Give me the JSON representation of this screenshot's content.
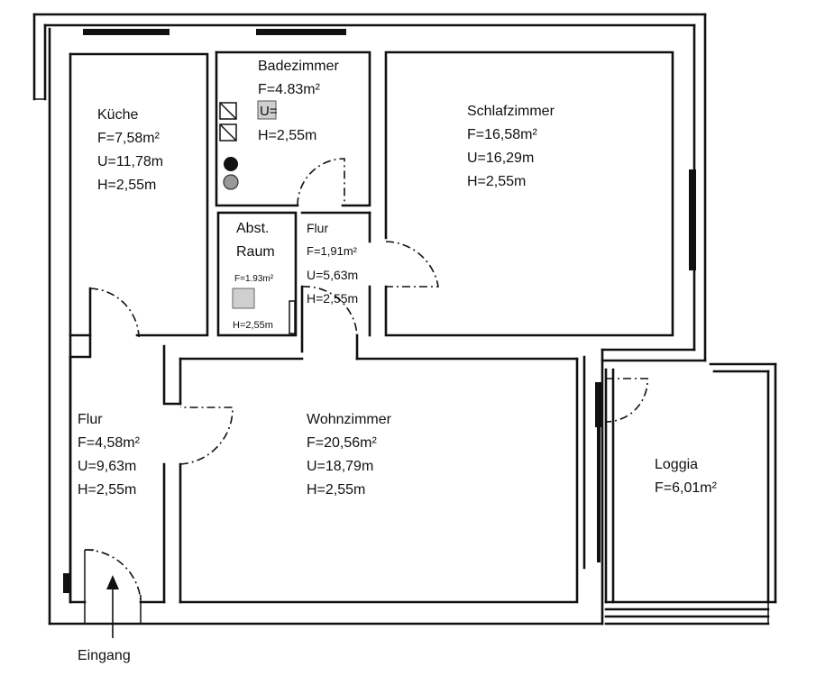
{
  "rooms": {
    "kueche": {
      "name": "Küche",
      "area": "F=7,58m²",
      "perimeter": "U=11,78m",
      "height": "H=2,55m"
    },
    "bad": {
      "name": "Badezimmer",
      "area": "F=4.83m²",
      "perimeter": "U=",
      "height": "H=2,55m"
    },
    "schlaf": {
      "name": "Schlafzimmer",
      "area": "F=16,58m²",
      "perimeter": "U=16,29m",
      "height": "H=2,55m"
    },
    "abst": {
      "name1": "Abst.",
      "name2": "Raum",
      "area": "F=1.93m²",
      "height": "H=2,55m"
    },
    "flur_small": {
      "name": "Flur",
      "area": "F=1,91m²",
      "perimeter": "U=5,63m",
      "height": "H=2,55m"
    },
    "flur": {
      "name": "Flur",
      "area": "F=4,58m²",
      "perimeter": "U=9,63m",
      "height": "H=2,55m"
    },
    "wohn": {
      "name": "Wohnzimmer",
      "area": "F=20,56m²",
      "perimeter": "U=18,79m",
      "height": "H=2,55m"
    },
    "loggia": {
      "name": "Loggia",
      "area": "F=6,01m²"
    }
  },
  "entrance": {
    "label": "Eingang"
  }
}
